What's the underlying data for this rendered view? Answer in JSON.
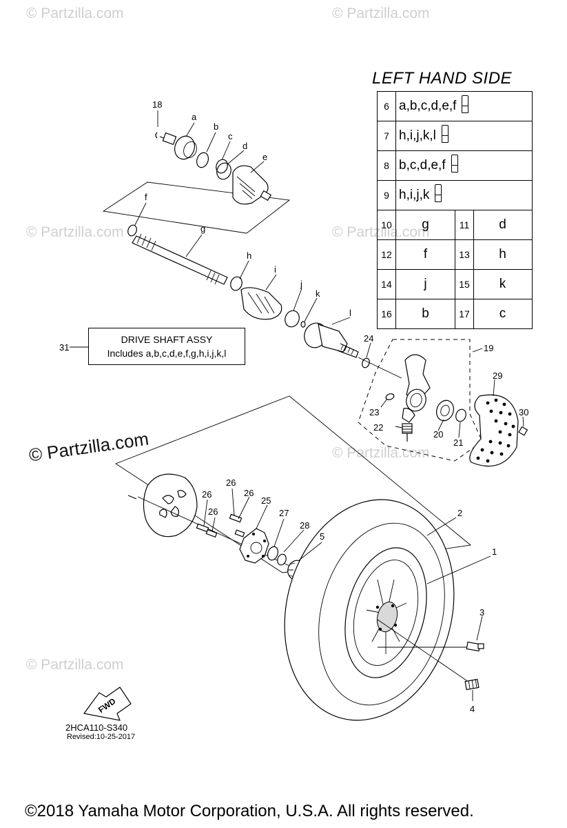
{
  "watermark": {
    "text": "© Partzilla.com",
    "prominent_text": "© Partzilla.com"
  },
  "legend": {
    "title": "LEFT HAND SIDE",
    "rows": [
      {
        "num": "6",
        "value": "a,b,c,d,e,f",
        "icon": "grease-tube-icon"
      },
      {
        "num": "7",
        "value": "h,i,j,k,l",
        "icon": "grease-tube-icon"
      },
      {
        "num": "8",
        "value": "b,c,d,e,f",
        "icon": "grease-tube-icon"
      },
      {
        "num": "9",
        "value": "h,i,j,k",
        "icon": "grease-tube-icon"
      }
    ],
    "pairs": [
      {
        "n1": "10",
        "v1": "g",
        "n2": "11",
        "v2": "d"
      },
      {
        "n1": "12",
        "v1": "f",
        "n2": "13",
        "v2": "h"
      },
      {
        "n1": "14",
        "v1": "j",
        "n2": "15",
        "v2": "k"
      },
      {
        "n1": "16",
        "v1": "b",
        "n2": "17",
        "v2": "c"
      }
    ]
  },
  "assembly_box": {
    "number": "31",
    "line1": "DRIVE SHAFT ASSY",
    "line2": "Includes a,b,c,d,e,f,g,h,i,j,k,l"
  },
  "callouts": {
    "n18": "18",
    "a": "a",
    "b": "b",
    "c": "c",
    "d": "d",
    "e": "e",
    "f": "f",
    "g": "g",
    "h": "h",
    "i": "i",
    "j": "j",
    "k": "k",
    "l": "l",
    "n19": "19",
    "n20": "20",
    "n21": "21",
    "n22": "22",
    "n23": "23",
    "n24": "24",
    "n29": "29",
    "n30": "30",
    "n26a": "26",
    "n26b": "26",
    "n26c": "26",
    "n26d": "26",
    "n25": "25",
    "n27": "27",
    "n28": "28",
    "n5": "5",
    "n2": "2",
    "n1": "1",
    "n3": "3",
    "n4": "4"
  },
  "fwd_label": "FWD",
  "diagram_code": "2HCA110-S340",
  "revised": "Revised:10-25-2017",
  "copyright": "©2018  Yamaha Motor Corporation, U.S.A. All rights reserved."
}
